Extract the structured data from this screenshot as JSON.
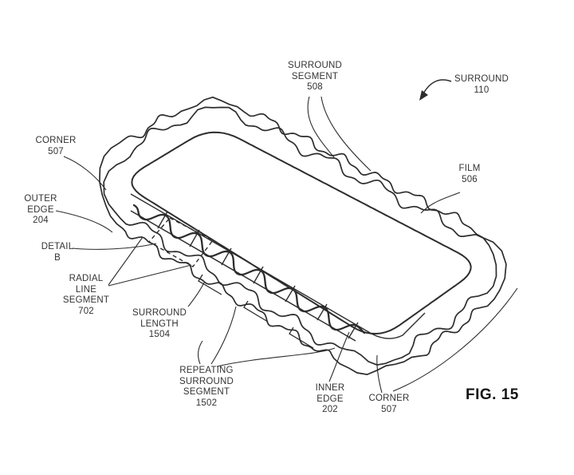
{
  "figure": {
    "caption": "FIG. 15",
    "background": "#ffffff",
    "line_color": "#2d2d2d",
    "text_color": "#333333",
    "labels": {
      "surround_segment": "SURROUND\nSEGMENT\n508",
      "surround": "SURROUND\n110",
      "corner_top": "CORNER\n507",
      "film": "FILM\n506",
      "outer_edge": "OUTER\nEDGE\n204",
      "detail_b": "DETAIL\nB",
      "radial_line_segment": "RADIAL\nLINE\nSEGMENT\n702",
      "surround_length": "SURROUND\nLENGTH\n1504",
      "repeating_surround_segment": "REPEATING\nSURROUND\nSEGMENT\n1502",
      "inner_edge": "INNER\nEDGE\n202",
      "corner_bottom": "CORNER\n507"
    }
  }
}
